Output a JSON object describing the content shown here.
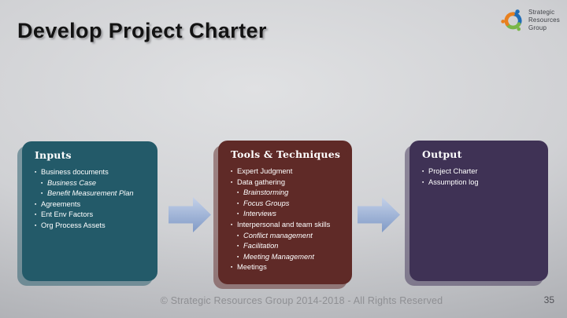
{
  "slide": {
    "title": "Develop Project Charter",
    "footer": "© Strategic Resources Group 2014-2018 - All Rights Reserved",
    "page_number": "35"
  },
  "logo": {
    "name": "Strategic Resources Group",
    "lines": [
      "Strategic",
      "Resources",
      "Group"
    ],
    "colors": {
      "orange": "#e8801f",
      "blue": "#1f6cb5",
      "green": "#7ab648"
    }
  },
  "colors": {
    "arrow_light": "#c4d1e9",
    "arrow_dark": "#809ac6",
    "inputs_box": "#235a69",
    "tools_box": "#5f2a27",
    "output_box": "#3f3255"
  },
  "bullet_glyph": "▪",
  "boxes": [
    {
      "title": "Inputs",
      "color": "#235a69",
      "items": [
        {
          "text": "Business documents",
          "level": 1,
          "italic": false
        },
        {
          "text": "Business Case",
          "level": 2,
          "italic": true
        },
        {
          "text": "Benefit Measurement Plan",
          "level": 2,
          "italic": true
        },
        {
          "text": "Agreements",
          "level": 1,
          "italic": false
        },
        {
          "text": "Ent Env Factors",
          "level": 1,
          "italic": false
        },
        {
          "text": "Org Process Assets",
          "level": 1,
          "italic": false
        }
      ]
    },
    {
      "title": "Tools & Techniques",
      "color": "#5f2a27",
      "items": [
        {
          "text": "Expert Judgment",
          "level": 1,
          "italic": false
        },
        {
          "text": "Data gathering",
          "level": 1,
          "italic": false
        },
        {
          "text": "Brainstorming",
          "level": 2,
          "italic": true
        },
        {
          "text": "Focus Groups",
          "level": 2,
          "italic": true
        },
        {
          "text": "Interviews",
          "level": 2,
          "italic": true
        },
        {
          "text": "Interpersonal and team skills",
          "level": 1,
          "italic": false
        },
        {
          "text": "Conflict management",
          "level": 2,
          "italic": true
        },
        {
          "text": "Facilitation",
          "level": 2,
          "italic": true
        },
        {
          "text": "Meeting Management",
          "level": 2,
          "italic": true
        },
        {
          "text": "Meetings",
          "level": 1,
          "italic": false
        }
      ]
    },
    {
      "title": "Output",
      "color": "#3f3255",
      "items": [
        {
          "text": "Project Charter",
          "level": 1,
          "italic": false
        },
        {
          "text": "Assumption log",
          "level": 1,
          "italic": false
        }
      ]
    }
  ]
}
